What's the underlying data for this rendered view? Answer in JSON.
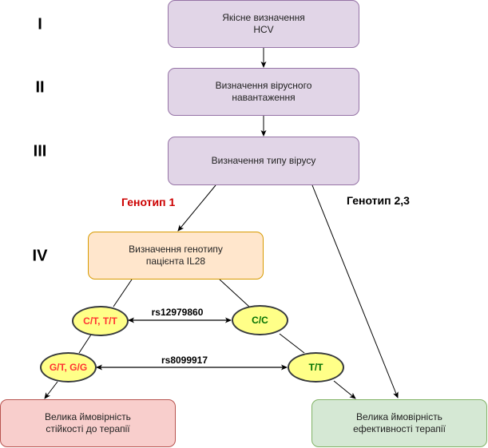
{
  "diagram": {
    "stages": [
      "I",
      "II",
      "III",
      "IV"
    ],
    "nodes": {
      "qualitative": "Якісне визначення\nHCV",
      "viral_load": "Визначення вірусного\nнавантаження",
      "virus_type": "Визначення типу вірусу",
      "patient_genotype": "Визначення генотипу\nпацієнта IL28",
      "resistance": "Велика ймовірність\nстійкості до терапії",
      "efficacy": "Велика ймовірність\nефективності терапії"
    },
    "branches": {
      "genotype1": "Генотип 1",
      "genotype23": "Генотип 2,3"
    },
    "alleles": {
      "rs12979860_unfavorable": "C/T, T/T",
      "rs12979860_favorable": "C/C",
      "rs8099917_unfavorable": "G/T, G/G",
      "rs8099917_favorable": "T/T"
    },
    "snps": {
      "snp1": "rs12979860",
      "snp2": "rs8099917"
    },
    "colors": {
      "unfavorable_text": "#ff3333",
      "favorable_text": "#007000",
      "genotype1_label": "#cc0000",
      "genotype23_label": "#000000"
    }
  }
}
